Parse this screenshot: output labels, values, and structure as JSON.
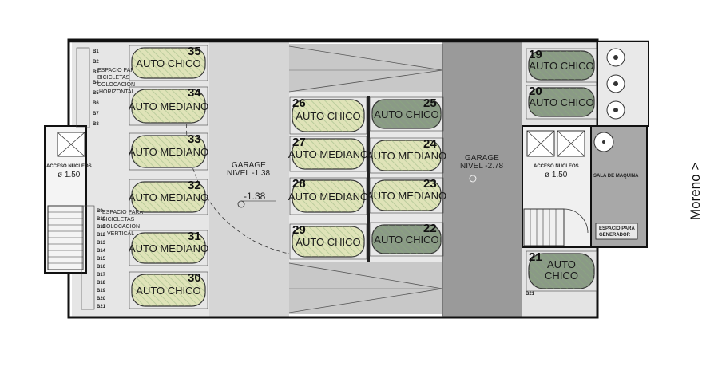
{
  "street": "Moreno >",
  "garage_upper": {
    "title": "GARAGE",
    "level": "NIVEL -1.38",
    "spot": "-1.38"
  },
  "garage_lower": {
    "title": "GARAGE",
    "level": "NIVEL -2.78"
  },
  "core_left": {
    "label": "ACCESO NUCLEOS",
    "diameter": "ø 1.50"
  },
  "core_right": {
    "label": "ACCESO NUCLEOS",
    "diameter": "ø 1.50"
  },
  "machine_room": "SALA DE MAQUINA",
  "generator": [
    "ESPACIO PARA",
    "GENERADOR"
  ],
  "bike_horizontal": [
    "ESPACIO PARA",
    "BICICLETAS",
    "COLOCACION",
    "HORIZONTAL"
  ],
  "bike_vertical": [
    "ESPACIO PARA",
    "BICICLETAS",
    "COLOCACION",
    "VERTICAL"
  ],
  "bike_codes_top": [
    "B1",
    "B2",
    "B3",
    "B4",
    "B5",
    "B6",
    "B7",
    "B8"
  ],
  "bike_codes_bottom": [
    "B9",
    "B10",
    "B11",
    "B12",
    "B13",
    "B14",
    "B15",
    "B16",
    "B17",
    "B18",
    "B19",
    "B20",
    "B21"
  ],
  "bike_code_right": "B21",
  "stalls": [
    {
      "num": "35",
      "label": "AUTO CHICO",
      "shade": "light"
    },
    {
      "num": "34",
      "label": "AUTO MEDIANO",
      "shade": "light"
    },
    {
      "num": "33",
      "label": "AUTO MEDIANO",
      "shade": "light"
    },
    {
      "num": "32",
      "label": "AUTO MEDIANO",
      "shade": "light"
    },
    {
      "num": "31",
      "label": "AUTO MEDIANO",
      "shade": "light"
    },
    {
      "num": "30",
      "label": "AUTO CHICO",
      "shade": "light"
    },
    {
      "num": "26",
      "label": "AUTO CHICO",
      "shade": "light"
    },
    {
      "num": "27",
      "label": "AUTO MEDIANO",
      "shade": "light"
    },
    {
      "num": "28",
      "label": "AUTO MEDIANO",
      "shade": "light"
    },
    {
      "num": "29",
      "label": "AUTO CHICO",
      "shade": "light"
    },
    {
      "num": "25",
      "label": "AUTO CHICO",
      "shade": "dark"
    },
    {
      "num": "24",
      "label": "AUTO MEDIANO",
      "shade": "light"
    },
    {
      "num": "23",
      "label": "AUTO MEDIANO",
      "shade": "light"
    },
    {
      "num": "22",
      "label": "AUTO CHICO",
      "shade": "dark"
    },
    {
      "num": "19",
      "label": "AUTO CHICO",
      "shade": "dark"
    },
    {
      "num": "20",
      "label": "AUTO CHICO",
      "shade": "dark"
    },
    {
      "num": "21",
      "label": "AUTO CHICO",
      "shade": "dark",
      "lines": [
        "AUTO",
        "CHICO"
      ]
    }
  ],
  "colors": {
    "upper_floor": "#d4d4d4",
    "ramp": "#c8c8c8",
    "lower_floor": "#9a9a9a",
    "car_light": "#dfe3b8",
    "car_dark": "#8a9a86",
    "hatch": "#8db07a"
  }
}
